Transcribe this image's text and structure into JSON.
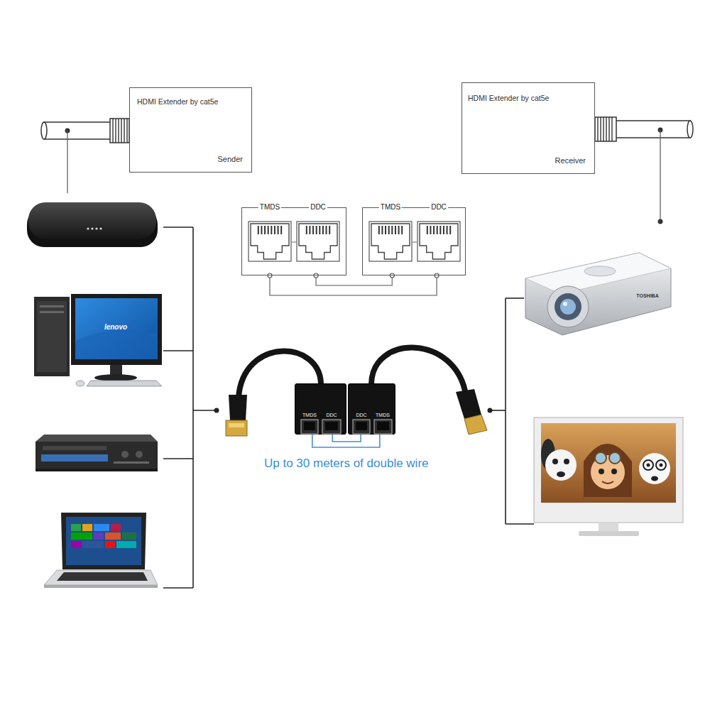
{
  "diagram": {
    "nodes": [
      {
        "text": [
          "HDMI Extender by cat5e",
          "Sender"
        ]
      },
      {
        "text": [
          "HDMI Extender by cat5e",
          "Receiver"
        ]
      },
      {
        "text": [
          "TMDS",
          "DDC"
        ]
      },
      {
        "text": [
          "TMDS",
          "DDC"
        ]
      },
      {
        "text": [
          "TMDS",
          "DDC"
        ]
      },
      {
        "text": [
          "DDC",
          "TMDS"
        ]
      }
    ],
    "edges": [
      {
        "from": 2,
        "to": 3,
        "arrow": "none"
      },
      {
        "from": 2,
        "to": 3,
        "arrow": "none"
      },
      {
        "from": 4,
        "to": 5,
        "arrow": "none"
      },
      {
        "from": 4,
        "to": 5,
        "arrow": "none"
      }
    ],
    "labels": [
      "Up to 30 meters of double wire",
      "lenovo",
      "TOSHIBA"
    ]
  }
}
